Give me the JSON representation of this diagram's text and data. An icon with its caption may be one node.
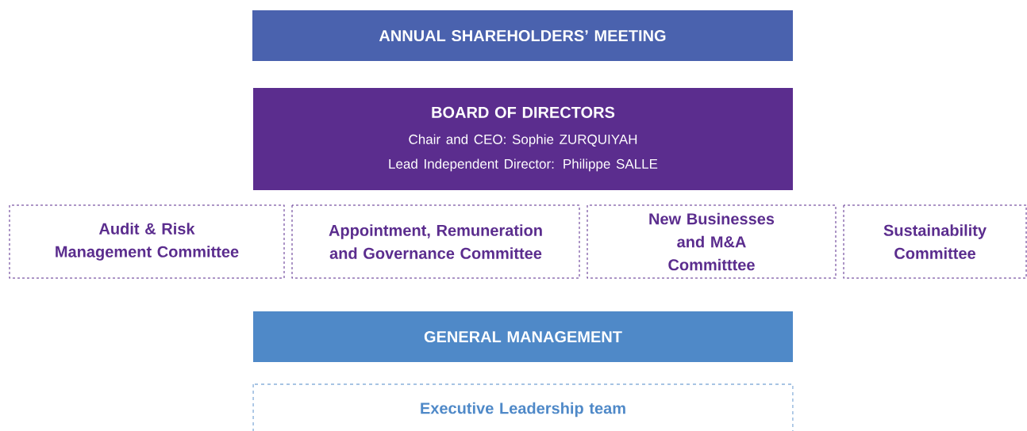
{
  "diagram": {
    "nodes": [
      {
        "text": [
          "ANNUAL SHAREHOLDERS’ MEETING"
        ]
      },
      {
        "text": [
          "BOARD OF DIRECTORS",
          "Chair and CEO: Sophie ZURQUIYAH",
          "Lead Independent Director: Philippe SALLE"
        ]
      },
      {
        "text": [
          "Audit & Risk Management Committee"
        ]
      },
      {
        "text": [
          "Appointment, Remuneration and Governance Committee"
        ]
      },
      {
        "text": [
          "New Businesses and M&A Committtee"
        ]
      },
      {
        "text": [
          "Sustainability Committee"
        ]
      },
      {
        "text": [
          "GENERAL MANAGEMENT"
        ]
      },
      {
        "text": [
          "Executive Leadership team"
        ]
      }
    ]
  }
}
